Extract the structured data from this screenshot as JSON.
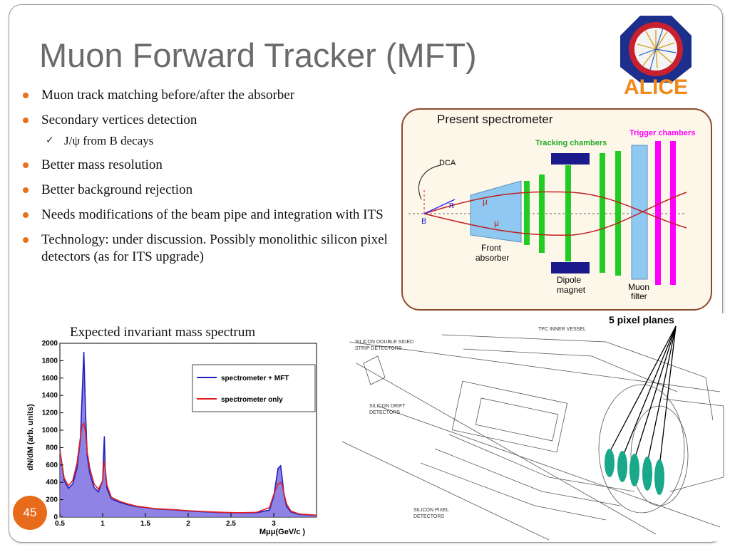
{
  "slide": {
    "title": "Muon Forward Tracker (MFT)",
    "page_number": "45",
    "logo_text": "ALICE"
  },
  "bullets": [
    {
      "text": "Muon track matching before/after the absorber"
    },
    {
      "text": "Secondary vertices detection"
    },
    {
      "text": "J/ψ from B decays",
      "sub": true
    },
    {
      "text": "Better mass resolution"
    },
    {
      "text": "Better background rejection"
    },
    {
      "text": "Needs modifications of the beam pipe and integration with ITS"
    },
    {
      "text": "Technology: under discussion. Possibly monolithic silicon pixel detectors (as for ITS upgrade)"
    }
  ],
  "spectrometer": {
    "title": "Present spectrometer",
    "labels": {
      "dca": "DCA",
      "pi": "π",
      "mu1": "μ",
      "mu2": "μ",
      "b": "B",
      "tracking": "Tracking chambers",
      "trigger": "Trigger chambers",
      "front1": "Front",
      "front2": "absorber",
      "dipole1": "Dipole",
      "dipole2": "magnet",
      "muon1": "Muon",
      "muon2": "filter"
    },
    "colors": {
      "tracking": "#22cc22",
      "trigger": "#ff00ff",
      "absorber": "#8fc8f0",
      "dipole": "#1a1a8c",
      "track": "#c02020"
    }
  },
  "detector": {
    "title": "5 pixel planes",
    "labels": {
      "tpc": "TPC INNER VESSEL",
      "ssd1": "SILICON DOUBLE SIDED",
      "ssd2": "STRIP DETECTORS",
      "sdd1": "SILICON DRIFT",
      "sdd2": "DETECTORS",
      "spd1": "SILICON PIXEL",
      "spd2": "DETECTORS"
    },
    "plane_color": "#1aa88a"
  },
  "mass_title": "Expected invariant mass spectrum",
  "chart_data": {
    "type": "area",
    "title": "Expected invariant mass spectrum",
    "xlabel": "Mμμ(GeV/c )",
    "ylabel": "dN/dM (arb. units)",
    "xlim": [
      0.5,
      3.5
    ],
    "ylim": [
      0,
      2000
    ],
    "x_ticks": [
      "0.5",
      "1",
      "1.5",
      "2",
      "2.5",
      "3"
    ],
    "y_ticks": [
      "0",
      "200",
      "400",
      "600",
      "800",
      "1000",
      "1200",
      "1400",
      "1600",
      "1800",
      "2000"
    ],
    "legend": "top-right",
    "x": [
      0.5,
      0.55,
      0.6,
      0.65,
      0.7,
      0.74,
      0.76,
      0.78,
      0.8,
      0.82,
      0.85,
      0.9,
      0.95,
      1.0,
      1.01,
      1.02,
      1.03,
      1.05,
      1.1,
      1.2,
      1.3,
      1.4,
      1.5,
      1.6,
      1.8,
      2.0,
      2.2,
      2.4,
      2.6,
      2.8,
      2.95,
      3.0,
      3.05,
      3.08,
      3.1,
      3.12,
      3.15,
      3.2,
      3.3,
      3.5
    ],
    "series": [
      {
        "name": "spectrometer + MFT",
        "color": "#2020c0",
        "values": [
          780,
          420,
          330,
          380,
          560,
          900,
          1400,
          1900,
          1200,
          700,
          500,
          340,
          290,
          420,
          700,
          930,
          560,
          330,
          210,
          170,
          140,
          120,
          110,
          95,
          85,
          70,
          60,
          52,
          48,
          50,
          80,
          240,
          560,
          590,
          440,
          260,
          120,
          60,
          30,
          20
        ]
      },
      {
        "name": "spectrometer only",
        "color": "#e02020",
        "values": [
          760,
          450,
          360,
          420,
          620,
          920,
          1050,
          1080,
          980,
          750,
          560,
          380,
          320,
          420,
          560,
          650,
          560,
          370,
          230,
          180,
          150,
          125,
          112,
          98,
          88,
          74,
          63,
          55,
          50,
          55,
          110,
          260,
          380,
          400,
          370,
          270,
          150,
          70,
          35,
          22
        ]
      }
    ]
  }
}
